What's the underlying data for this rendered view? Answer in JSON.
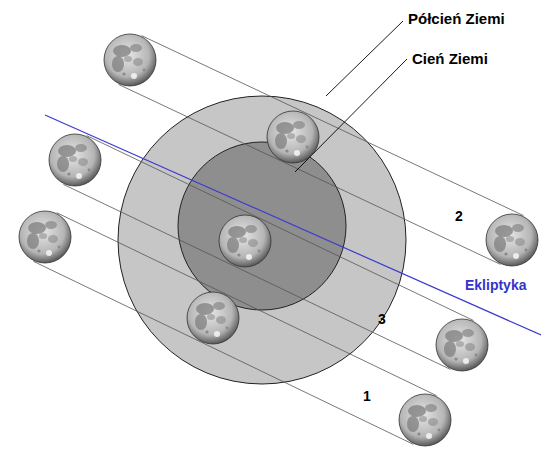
{
  "diagram": {
    "labels": [
      "Półcień Ziemi",
      "Cień Ziemi",
      "2",
      "Ekliptyka",
      "3",
      "1"
    ]
  }
}
